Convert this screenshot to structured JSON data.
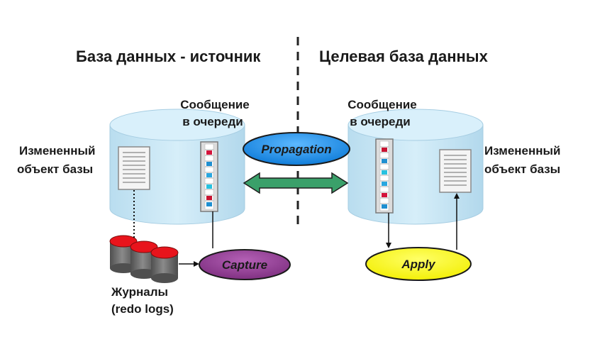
{
  "titles": {
    "source": "База данных - источник",
    "target": "Целевая база данных"
  },
  "source": {
    "queue_label_line1": "Сообщение",
    "queue_label_line2": "в очереди",
    "object_label_line1": "Измененный",
    "object_label_line2": "объект базы",
    "logs_label_line1": "Журналы",
    "logs_label_line2": "(redo logs)"
  },
  "target": {
    "queue_label_line1": "Сообщение",
    "queue_label_line2": "в очереди",
    "object_label_line1": "Измененный",
    "object_label_line2": "объект базы"
  },
  "processes": {
    "propagation": "Propagation",
    "capture": "Capture",
    "apply": "Apply"
  },
  "colors": {
    "database": "#cde8f5",
    "propagation": "#1e8fe0",
    "capture": "#8e3c8f",
    "apply": "#ffff00",
    "arrow": "#3aa06a",
    "log_top": "#e8141c",
    "log_body": "#6b6b6b"
  }
}
